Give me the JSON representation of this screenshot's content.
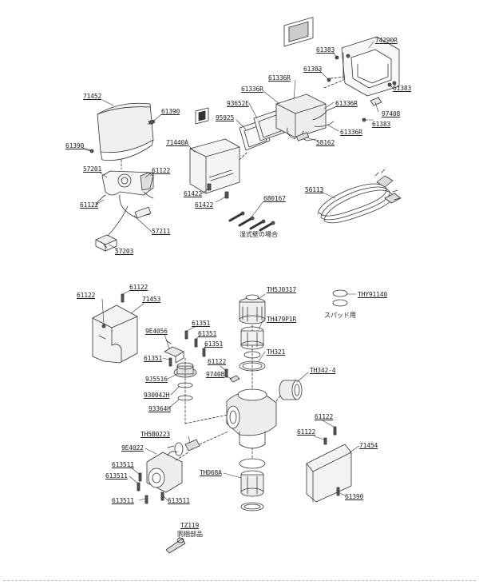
{
  "labels": {
    "l71452": "71452",
    "l61390a": "61390",
    "l61390b": "61390",
    "l57201": "57201",
    "l61122a": "61122",
    "l61122b": "61122",
    "l57211": "57211",
    "l57203": "57203",
    "l71440A": "71440A",
    "l61422a": "61422",
    "l61422b": "61422",
    "l95925": "95925",
    "l93652E": "93652E",
    "l61336Ra": "61336R",
    "l61336Rb": "61336R",
    "l61336Rc": "61336R",
    "l61336Rd": "61336R",
    "l61383a": "61383",
    "l61383b": "61383",
    "l61383c": "61383",
    "l61383d": "61383",
    "l74290R": "74290R",
    "l97408a": "97408",
    "l58162": "58162",
    "l680167": "680167",
    "l56113": "56113",
    "l61122c": "61122",
    "l61122d": "61122",
    "l71453": "71453",
    "l9E4056": "9E4056",
    "l61351a": "61351",
    "l61351b": "61351",
    "l61351c": "61351",
    "l61351d": "61351",
    "l9J5516": "9J5516",
    "l930042H": "930042H",
    "l93364H": "93364H",
    "lTH5J0317": "TH5J0317",
    "lTH479P1R": "TH479P1R",
    "lTH321": "TH321",
    "l61122e": "61122",
    "l97408b": "97408",
    "lTH342": "TH342-4",
    "lTHY91140": "THY91140",
    "lTH5B0223": "TH5B0223",
    "l9E4022": "9E4022",
    "l613511a": "613511",
    "l613511b": "613511",
    "l613511c": "613511",
    "l613511d": "613511",
    "lTHD68A": "THD68A",
    "l61122f": "61122",
    "l61122g": "61122",
    "l71454": "71454",
    "l61390c": "61390",
    "lTZ119": "TZ119"
  },
  "notes": {
    "wet_wall": "湿式壁の場合",
    "spud": "スパッド用",
    "included": "同梱部品"
  }
}
